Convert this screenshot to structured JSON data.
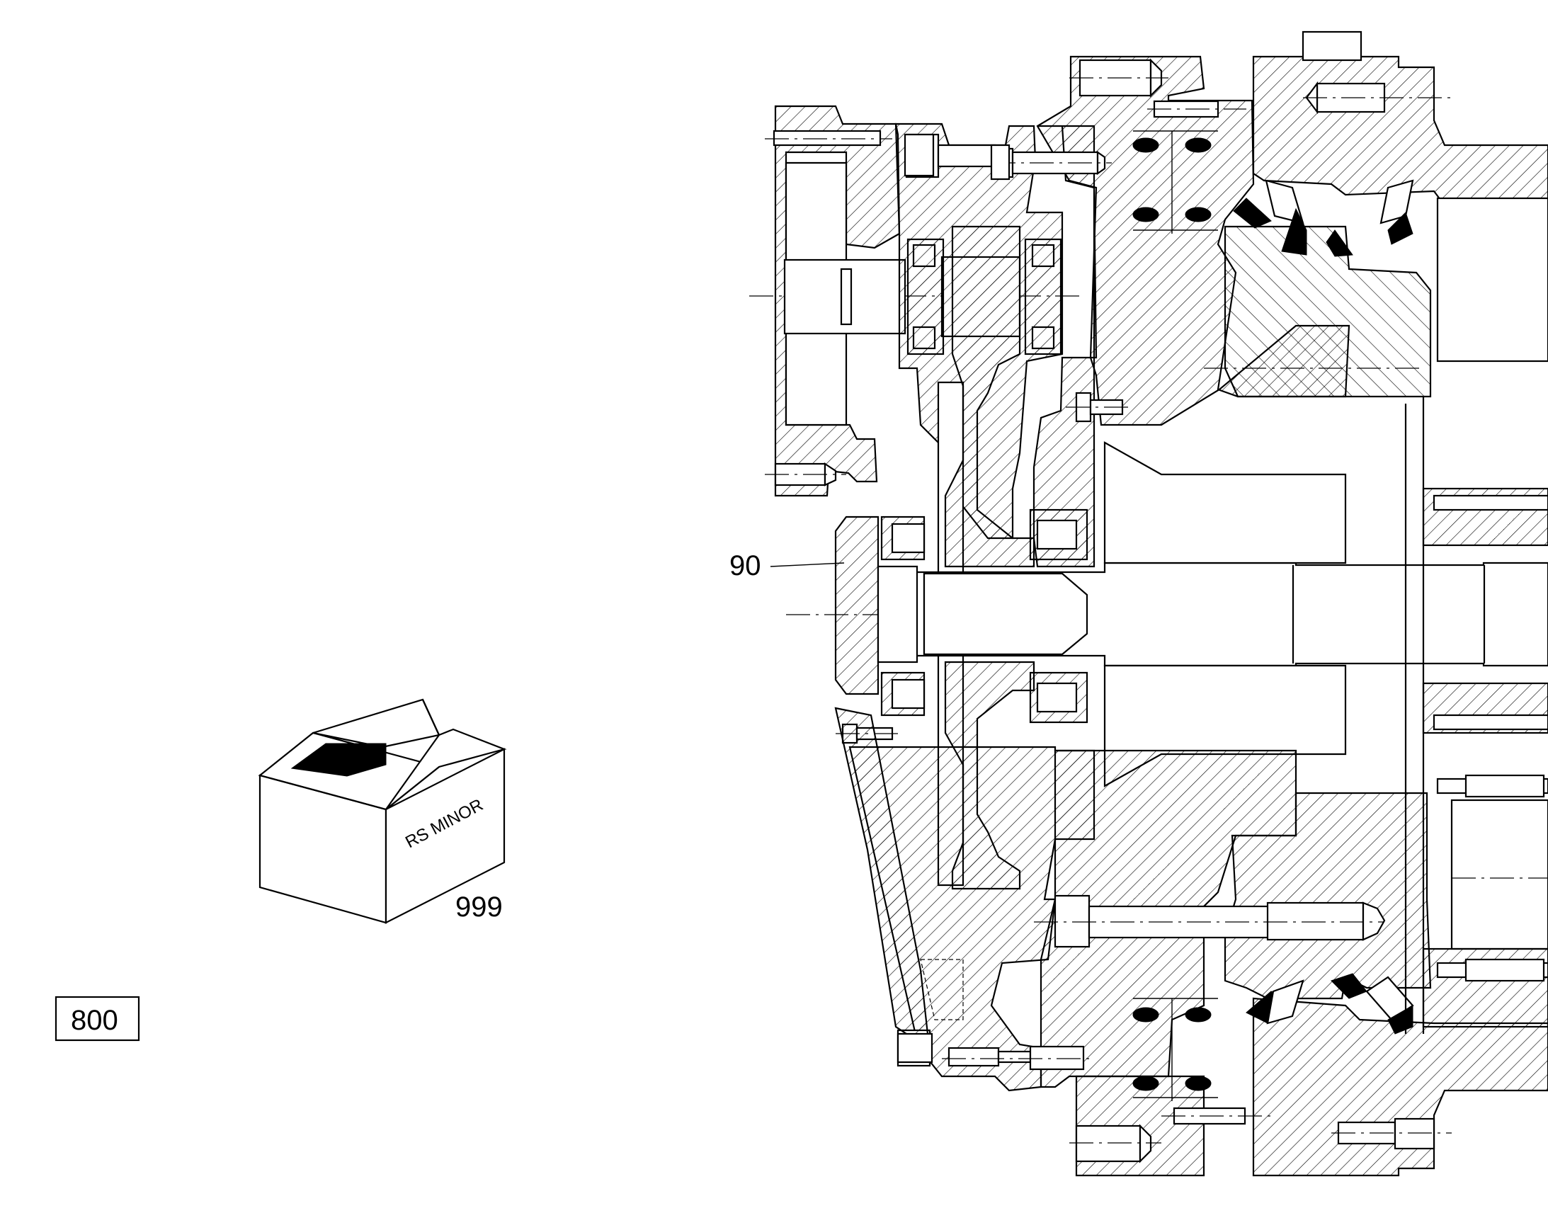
{
  "labels": {
    "part_90": "90",
    "part_999": "999",
    "part_800": "800",
    "box_text": "RS MINOR"
  },
  "colors": {
    "ink": "#000000",
    "paper": "#ffffff"
  }
}
